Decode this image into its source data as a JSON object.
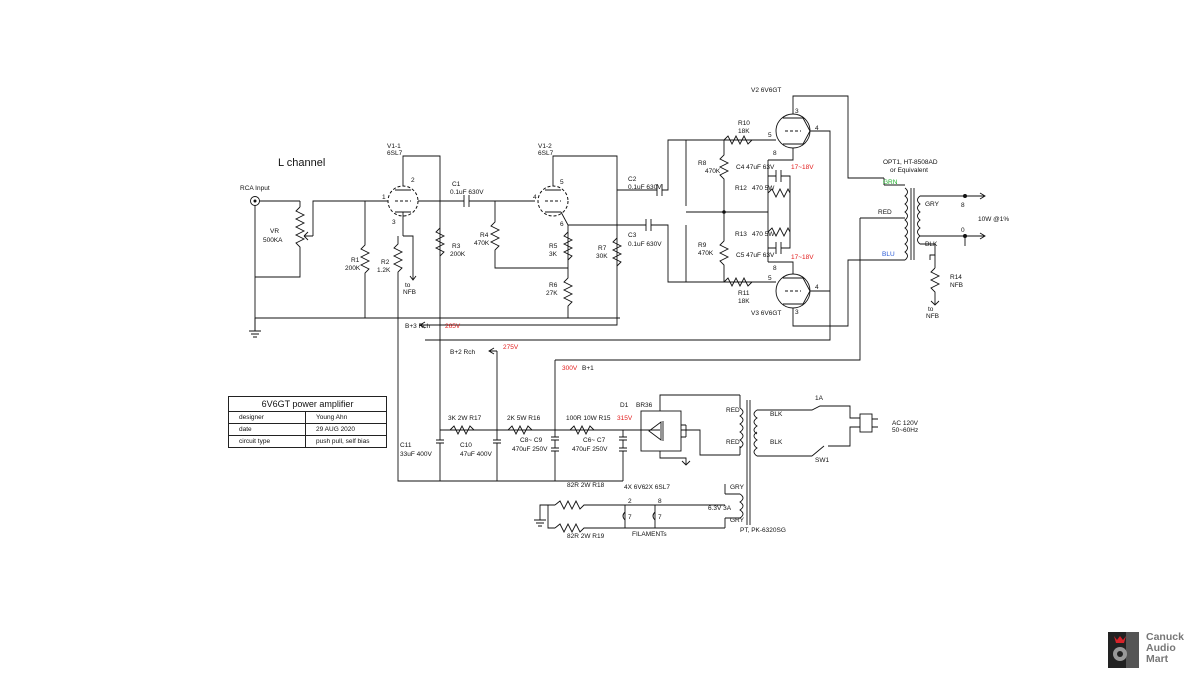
{
  "labels": {
    "channel": "L channel",
    "rca": "RCA Input",
    "vr": "VR",
    "vr_val": "500KA",
    "v11": "V1-1",
    "v11_t": "6SL7",
    "v12": "V1-2",
    "v12_t": "6SL7",
    "v2": "V2 6V6GT",
    "v3": "V3 6V6GT",
    "c1": "C1",
    "c1_v": "0.1uF 630V",
    "c2": "C2",
    "c2_v": "0.1uF 630V",
    "c3": "C3",
    "c3_v": "0.1uF 630V",
    "r1": "R1",
    "r1_v": "200K",
    "r2": "R2",
    "r2_v": "1.2K",
    "r3": "R3",
    "r3_v": "200K",
    "r4": "R4",
    "r4_v": "470K",
    "r5": "R5",
    "r5_v": "3K",
    "r6": "R6",
    "r6_v": "27K",
    "r7": "R7",
    "r7_v": "30K",
    "r8": "R8",
    "r8_v": "470K",
    "r9": "R9",
    "r9_v": "470K",
    "r10": "R10",
    "r10_v": "18K",
    "r11": "R11",
    "r11_v": "18K",
    "r12": "R12",
    "r12_v": "470 5W",
    "r13": "R13",
    "r13_v": "470 5W",
    "c4": "C4 47uF 63V",
    "c5": "C5 47uF 63V",
    "r14": "R14",
    "r14_v": "NFB",
    "to_nfb_a": "to",
    "to_nfb_b": "NFB",
    "opt1": "OPT1, HT-8508AD",
    "opt1_b": "or Equivalent",
    "grn": "GRN",
    "red": "RED",
    "blu": "BLU",
    "gry": "GRY",
    "blk": "BLK",
    "out8": "8",
    "out0": "0",
    "power_out": "10W @1%",
    "bias1": "17~18V",
    "bias2": "17~18V",
    "b3": "B+3 Rch",
    "v265": "265V",
    "b2": "B+2 Rch",
    "v275": "275V",
    "v300": "300V",
    "b1": "B+1",
    "r17": "3K 2W  R17",
    "r16": "2K 5W  R16",
    "r15": "100R 10W  R15",
    "v315": "315V",
    "d1": "D1",
    "br": "BR36",
    "c11": "C11",
    "c11_v": "33uF 400V",
    "c10": "C10",
    "c10_v": "47uF 400V",
    "c89": "C8~ C9",
    "c89_v": "470uF 250V",
    "c67": "C6~ C7",
    "c67_v": "470uF 250V",
    "fuse": "1A",
    "ac": "AC 120V",
    "ac_hz": "50~60Hz",
    "sw": "SW1",
    "r18": "82R 2W R18",
    "r19": "82R 2W R19",
    "fil_a": "4X 6V6",
    "fil_b": "2X 6SL7",
    "fil": "FILAMENTs",
    "pin2": "2",
    "pin7": "7",
    "pin8": "8",
    "pin7b": "7",
    "v63": "6.3V 3A",
    "pt": "PT, PK-6320SG"
  },
  "info": {
    "title": "6V6GT power amplifier",
    "rows": [
      {
        "k": "designer",
        "v": "Young Ahn"
      },
      {
        "k": "date",
        "v": "29 AUG 2020"
      },
      {
        "k": "circuit type",
        "v": "push pull, self bias"
      }
    ]
  },
  "watermark": {
    "line1": "Canuck",
    "line2": "Audio",
    "line3": "Mart"
  },
  "colors": {
    "red": "#e21b1b",
    "green": "#1fae2a",
    "blue": "#2b5bd6"
  }
}
